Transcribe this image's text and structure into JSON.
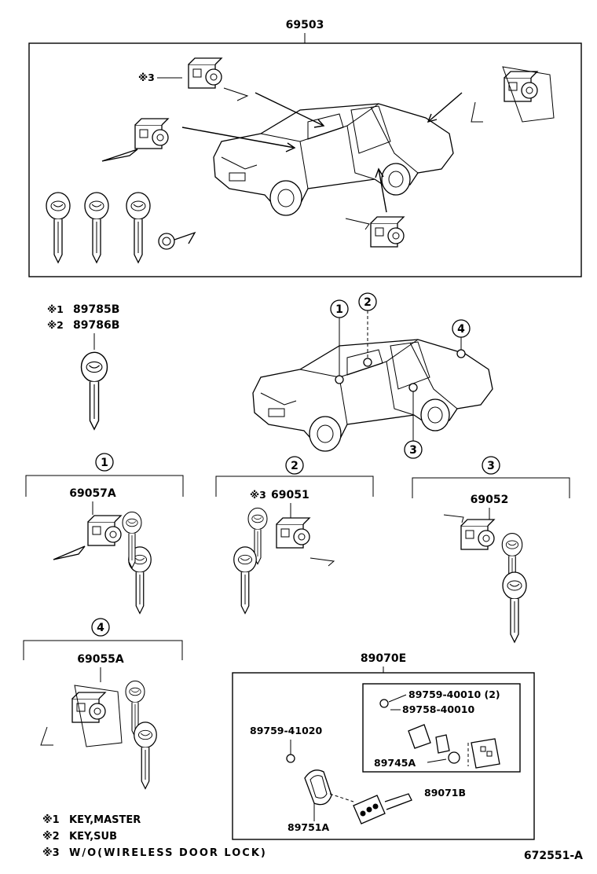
{
  "diagram": {
    "top_assembly": "69503",
    "key_master_marker": "※1",
    "key_master_part": "89785B",
    "key_sub_marker": "※2",
    "key_sub_part": "89786B",
    "callout_1": "1",
    "callout_2": "2",
    "callout_3": "3",
    "callout_4": "4",
    "group_1_part": "69057A",
    "group_2_marker": "※3",
    "group_2_part": "69051",
    "group_3_part": "69052",
    "group_4_part": "69055A",
    "remote_group": "89070E",
    "remote_screw_a": "89759-40010 (2)",
    "remote_plate": "89758-40010",
    "remote_screw_b": "89759-41020",
    "remote_case_part": "89745A",
    "remote_sub": "89071B",
    "remote_key": "89751A",
    "top_box_marker": "※3",
    "legend": [
      {
        "mark": "※1",
        "text": "KEY,MASTER"
      },
      {
        "mark": "※2",
        "text": "KEY,SUB"
      },
      {
        "mark": "※3",
        "text": "W/O(WIRELESS DOOR LOCK)"
      }
    ],
    "figure_id": "672551-A"
  }
}
